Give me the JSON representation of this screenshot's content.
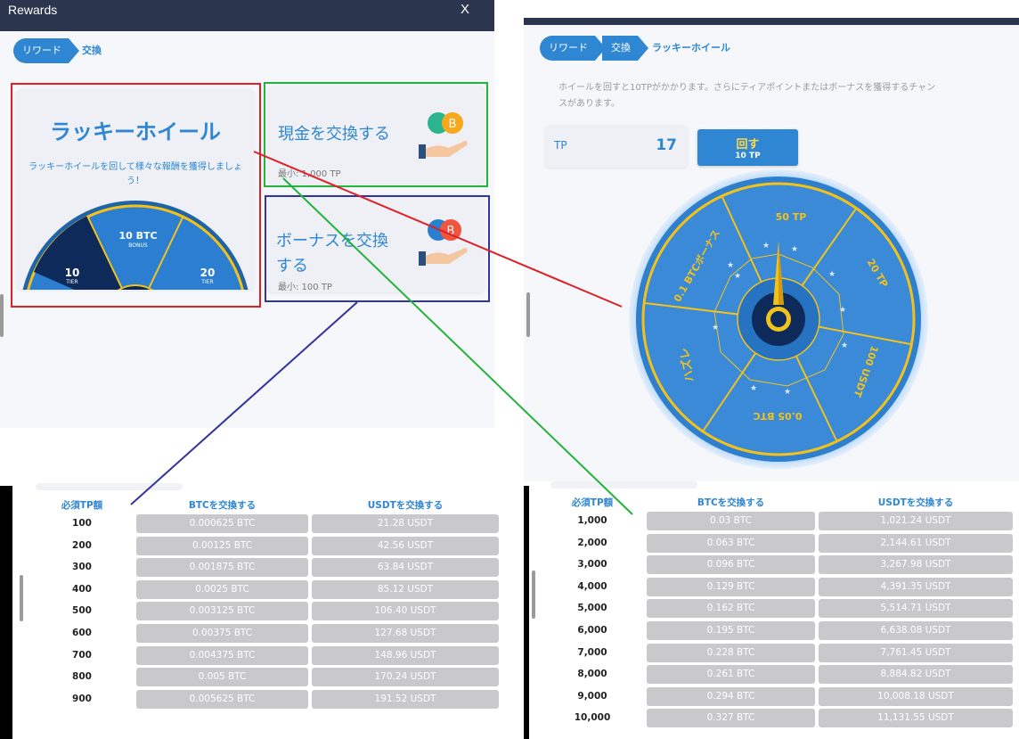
{
  "left_window": {
    "title": "Rewards",
    "close_label": "X",
    "breadcrumb": [
      "リワード",
      "交換"
    ],
    "wheel_card": {
      "title": "ラッキーホイール",
      "desc_line1": "ラッキーホイールを回して様々な報酬を獲得しましょ",
      "desc_line2": "う！",
      "seg_top_title": "10 BTC",
      "seg_top_sub": "BONUS",
      "seg_left_title": "10",
      "seg_left_sub": "TIER",
      "seg_right_title": "20",
      "seg_right_sub": "TIER"
    },
    "cash_card": {
      "title": "現金を交換する",
      "min": "最小: 1,000 TP"
    },
    "bonus_card": {
      "title_line1": "ボーナスを交換",
      "title_line2": "する",
      "min": "最小: 100 TP"
    }
  },
  "right_window": {
    "breadcrumb": [
      "リワード",
      "交換",
      "ラッキーホイール"
    ],
    "description_line1": "ホイールを回すと10TPがかかります。さらにティアポイントまたはボーナスを獲得するチャン",
    "description_line2": "スがあります。",
    "tp_label": "TP",
    "tp_value": "17",
    "spin_label": "回す",
    "spin_cost": "10 TP",
    "wheel_segments": [
      "50 TP",
      "20 TP",
      "100 USDT",
      "0.05 BTC",
      "ハズレ",
      "0.1 BTCボーナス"
    ]
  },
  "table_left": {
    "headers": [
      "必須TP額",
      "BTCを交換する",
      "USDTを交換する"
    ],
    "rows": [
      [
        "100",
        "0.000625 BTC",
        "21.28 USDT"
      ],
      [
        "200",
        "0.00125 BTC",
        "42.56 USDT"
      ],
      [
        "300",
        "0.001875 BTC",
        "63.84 USDT"
      ],
      [
        "400",
        "0.0025 BTC",
        "85.12 USDT"
      ],
      [
        "500",
        "0.003125 BTC",
        "106.40 USDT"
      ],
      [
        "600",
        "0.00375 BTC",
        "127.68 USDT"
      ],
      [
        "700",
        "0.004375 BTC",
        "148.96 USDT"
      ],
      [
        "800",
        "0.005 BTC",
        "170.24 USDT"
      ],
      [
        "900",
        "0.005625 BTC",
        "191.52 USDT"
      ]
    ]
  },
  "table_right": {
    "headers": [
      "必須TP額",
      "BTCを交換する",
      "USDTを交換する"
    ],
    "rows": [
      [
        "1,000",
        "0.03 BTC",
        "1,021.24 USDT"
      ],
      [
        "2,000",
        "0.063 BTC",
        "2,144.61 USDT"
      ],
      [
        "3,000",
        "0.096 BTC",
        "3,267.98 USDT"
      ],
      [
        "4,000",
        "0.129 BTC",
        "4,391.35 USDT"
      ],
      [
        "5,000",
        "0.162 BTC",
        "5,514.71 USDT"
      ],
      [
        "6,000",
        "0.195 BTC",
        "6,638.08 USDT"
      ],
      [
        "7,000",
        "0.228 BTC",
        "7,761.45 USDT"
      ],
      [
        "8,000",
        "0.261 BTC",
        "8,884.82 USDT"
      ],
      [
        "9,000",
        "0.294 BTC",
        "10,008.18 USDT"
      ],
      [
        "10,000",
        "0.327 BTC",
        "11,131.55 USDT"
      ]
    ]
  },
  "colors": {
    "accent": "#2f86d3",
    "header_dark": "#2b354d",
    "wheel_gold": "#f3c21a",
    "red": "#e01f26",
    "green": "#22b33a",
    "blue": "#33349c"
  }
}
